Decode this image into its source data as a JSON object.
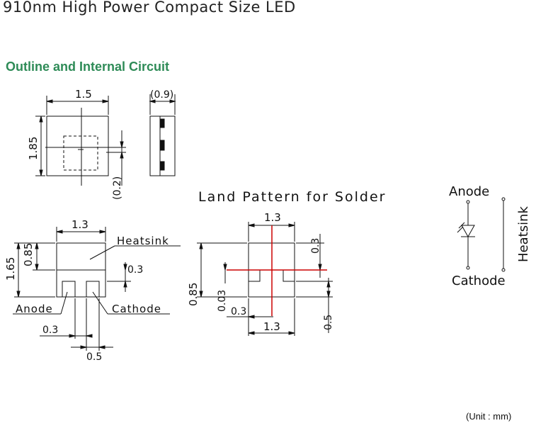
{
  "header": {
    "title": "910nm High Power Compact Size LED",
    "section": "Outline and Internal Circuit"
  },
  "top_view": {
    "width": "1.5",
    "height": "1.85",
    "offset": "(0.2)"
  },
  "side_view": {
    "thickness": "(0.9)"
  },
  "bottom_view": {
    "width": "1.3",
    "total_height": "1.65",
    "heatsink_height": "0.85",
    "gap": "0.3",
    "heatsink_label": "Heatsink",
    "anode_label": "Anode",
    "cathode_label": "Cathode",
    "pad_width": "0.3",
    "pad_gap": "0.5"
  },
  "land_pattern": {
    "title": "Land Pattern for Solder",
    "top_width": "1.3",
    "top_offset": "0.3",
    "height": "0.85",
    "line": "0.03",
    "pad_width": "0.3",
    "bottom_width": "1.3",
    "bottom_height": "0.5"
  },
  "circuit": {
    "anode": "Anode",
    "cathode": "Cathode",
    "heatsink": "Heatsink"
  },
  "footer": {
    "unit": "(Unit : mm)"
  },
  "colors": {
    "accent": "#2e8b57",
    "solder_line": "#cc0000"
  }
}
